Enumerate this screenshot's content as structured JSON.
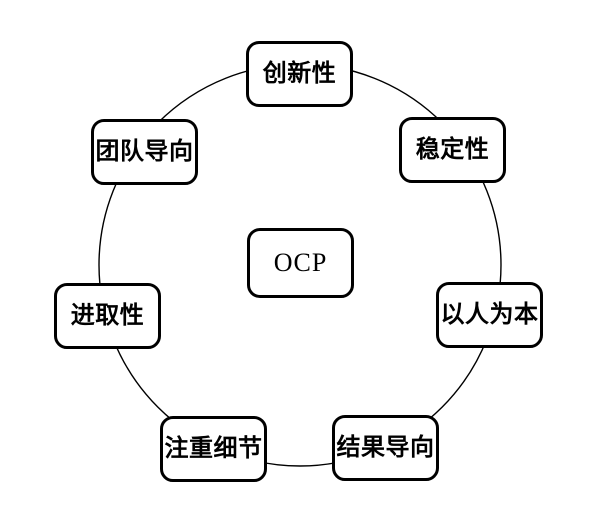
{
  "diagram": {
    "center_node": {
      "label": "OCP"
    },
    "nodes": [
      {
        "id": "innovation",
        "label": "创新性"
      },
      {
        "id": "stability",
        "label": "稳定性"
      },
      {
        "id": "people-oriented",
        "label": "以人为本"
      },
      {
        "id": "results-oriented",
        "label": "结果导向"
      },
      {
        "id": "attention-to-detail",
        "label": "注重细节"
      },
      {
        "id": "enterprising",
        "label": "进取性"
      },
      {
        "id": "team-oriented",
        "label": "团队导向"
      }
    ],
    "colors": {
      "background": "#ffffff",
      "node_fill": "#ffffff",
      "node_border": "#000000",
      "text": "#000000",
      "ring_stroke": "#000000"
    }
  }
}
